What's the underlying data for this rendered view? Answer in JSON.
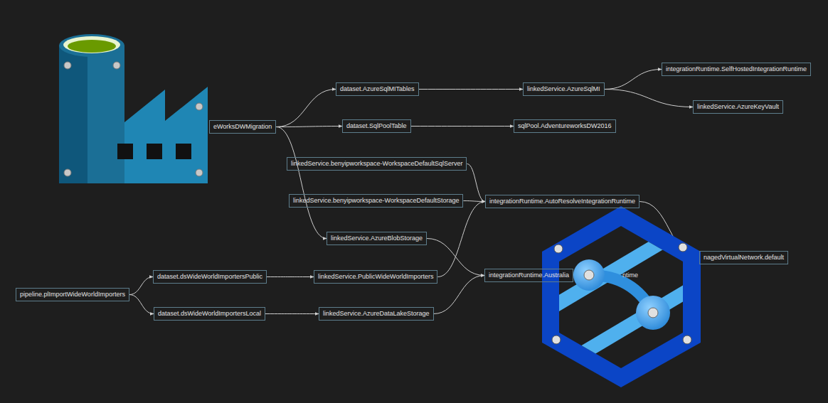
{
  "diagram": {
    "nodes": [
      {
        "text": [
          "eWorksDWMigration"
        ]
      },
      {
        "text": [
          "dataset.AzureSqlMITables"
        ]
      },
      {
        "text": [
          "linkedService.AzureSqlMI"
        ]
      },
      {
        "text": [
          "integrationRuntime.SelfHostedIntegrationRuntime"
        ]
      },
      {
        "text": [
          "linkedService.AzureKeyVault"
        ]
      },
      {
        "text": [
          "dataset.SqlPoolTable"
        ]
      },
      {
        "text": [
          "sqlPool.AdventureworksDW2016"
        ]
      },
      {
        "text": [
          "linkedService.benyipworkspace-WorkspaceDefaultSqlServer"
        ]
      },
      {
        "text": [
          "linkedService.benyipworkspace-WorkspaceDefaultStorage"
        ]
      },
      {
        "text": [
          "integrationRuntime.AutoResolveIntegrationRuntime"
        ]
      },
      {
        "text": [
          "linkedService.AzureBlobStorage"
        ]
      },
      {
        "text": [
          "nagedVirtualNetwork.default"
        ]
      },
      {
        "text": [
          "pipeline.plImportWideWorldImporters"
        ]
      },
      {
        "text": [
          "dataset.dsWideWorldImportersPublic"
        ]
      },
      {
        "text": [
          "linkedService.PublicWideWorldImporters"
        ]
      },
      {
        "text": [
          "integrationRuntime.Australia"
        ]
      },
      {
        "text": [
          "dataset.dsWideWorldImportersLocal"
        ]
      },
      {
        "text": [
          "linkedService.AzureDataLakeStorage"
        ]
      }
    ],
    "edges": [
      {
        "from": 0,
        "to": 1,
        "arrow": "to"
      },
      {
        "from": 1,
        "to": 2,
        "arrow": "to"
      },
      {
        "from": 2,
        "to": 3,
        "arrow": "to"
      },
      {
        "from": 2,
        "to": 4,
        "arrow": "to"
      },
      {
        "from": 0,
        "to": 5,
        "arrow": "to"
      },
      {
        "from": 5,
        "to": 6,
        "arrow": "to"
      },
      {
        "from": 0,
        "to": 10,
        "arrow": "to"
      },
      {
        "from": 7,
        "to": 9,
        "arrow": "to"
      },
      {
        "from": 8,
        "to": 9,
        "arrow": "to"
      },
      {
        "from": 9,
        "to": 11,
        "arrow": "to"
      },
      {
        "from": 10,
        "to": 15,
        "arrow": "to"
      },
      {
        "from": 15,
        "to": 11,
        "arrow": "to"
      },
      {
        "from": 12,
        "to": 13,
        "arrow": "to"
      },
      {
        "from": 12,
        "to": 16,
        "arrow": "to"
      },
      {
        "from": 13,
        "to": 14,
        "arrow": "to"
      },
      {
        "from": 16,
        "to": 17,
        "arrow": "to"
      },
      {
        "from": 14,
        "to": 9,
        "arrow": "to"
      },
      {
        "from": 17,
        "to": 15,
        "arrow": "to"
      }
    ],
    "labels": [
      "ntime"
    ]
  }
}
